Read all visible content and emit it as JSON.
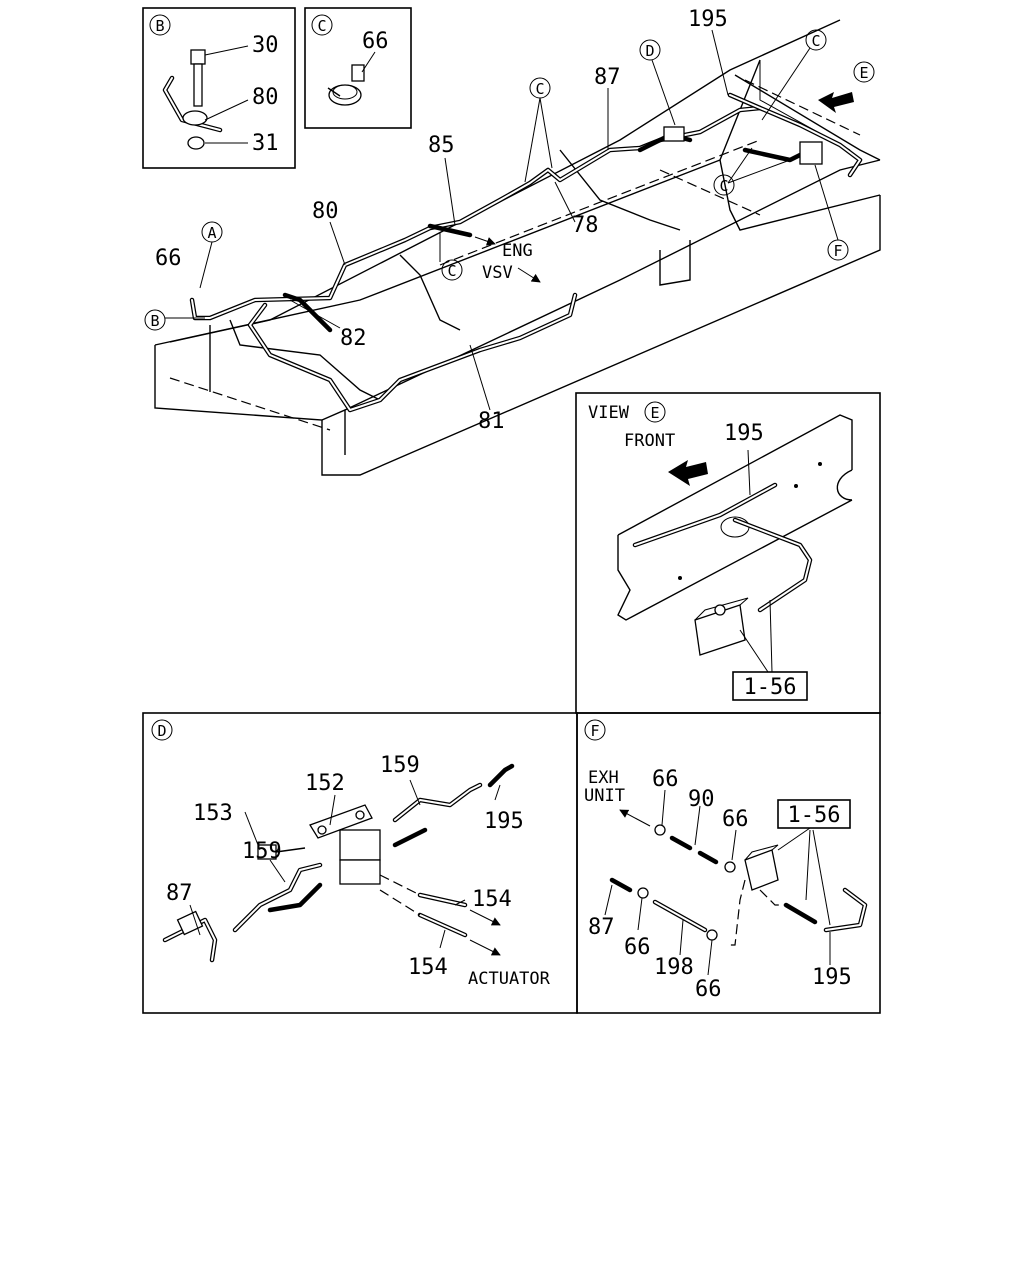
{
  "main_view": {
    "part_numbers": [
      "195",
      "87",
      "85",
      "80",
      "66",
      "78",
      "82",
      "81"
    ],
    "callouts": [
      "A",
      "B",
      "C",
      "C",
      "C",
      "C",
      "D",
      "E",
      "F"
    ],
    "direction_labels": [
      "ENG",
      "VSV"
    ]
  },
  "detail_b": {
    "circle_label": "B",
    "part_numbers": [
      "30",
      "80",
      "31"
    ]
  },
  "detail_c": {
    "circle_label": "C",
    "part_numbers": [
      "66"
    ]
  },
  "view_e": {
    "title_prefix": "VIEW",
    "circle_label": "E",
    "front_label": "FRONT",
    "part_numbers": [
      "195"
    ],
    "ref_box": "1-56"
  },
  "detail_d": {
    "circle_label": "D",
    "part_numbers": [
      "152",
      "153",
      "159",
      "159",
      "195",
      "87",
      "154",
      "154"
    ],
    "direction_label": "ACTUATOR"
  },
  "detail_f": {
    "circle_label": "F",
    "direction_line1": "EXH",
    "direction_line2": "UNIT",
    "part_numbers": [
      "66",
      "90",
      "66",
      "87",
      "66",
      "198",
      "66",
      "195"
    ],
    "ref_box": "1-56"
  }
}
